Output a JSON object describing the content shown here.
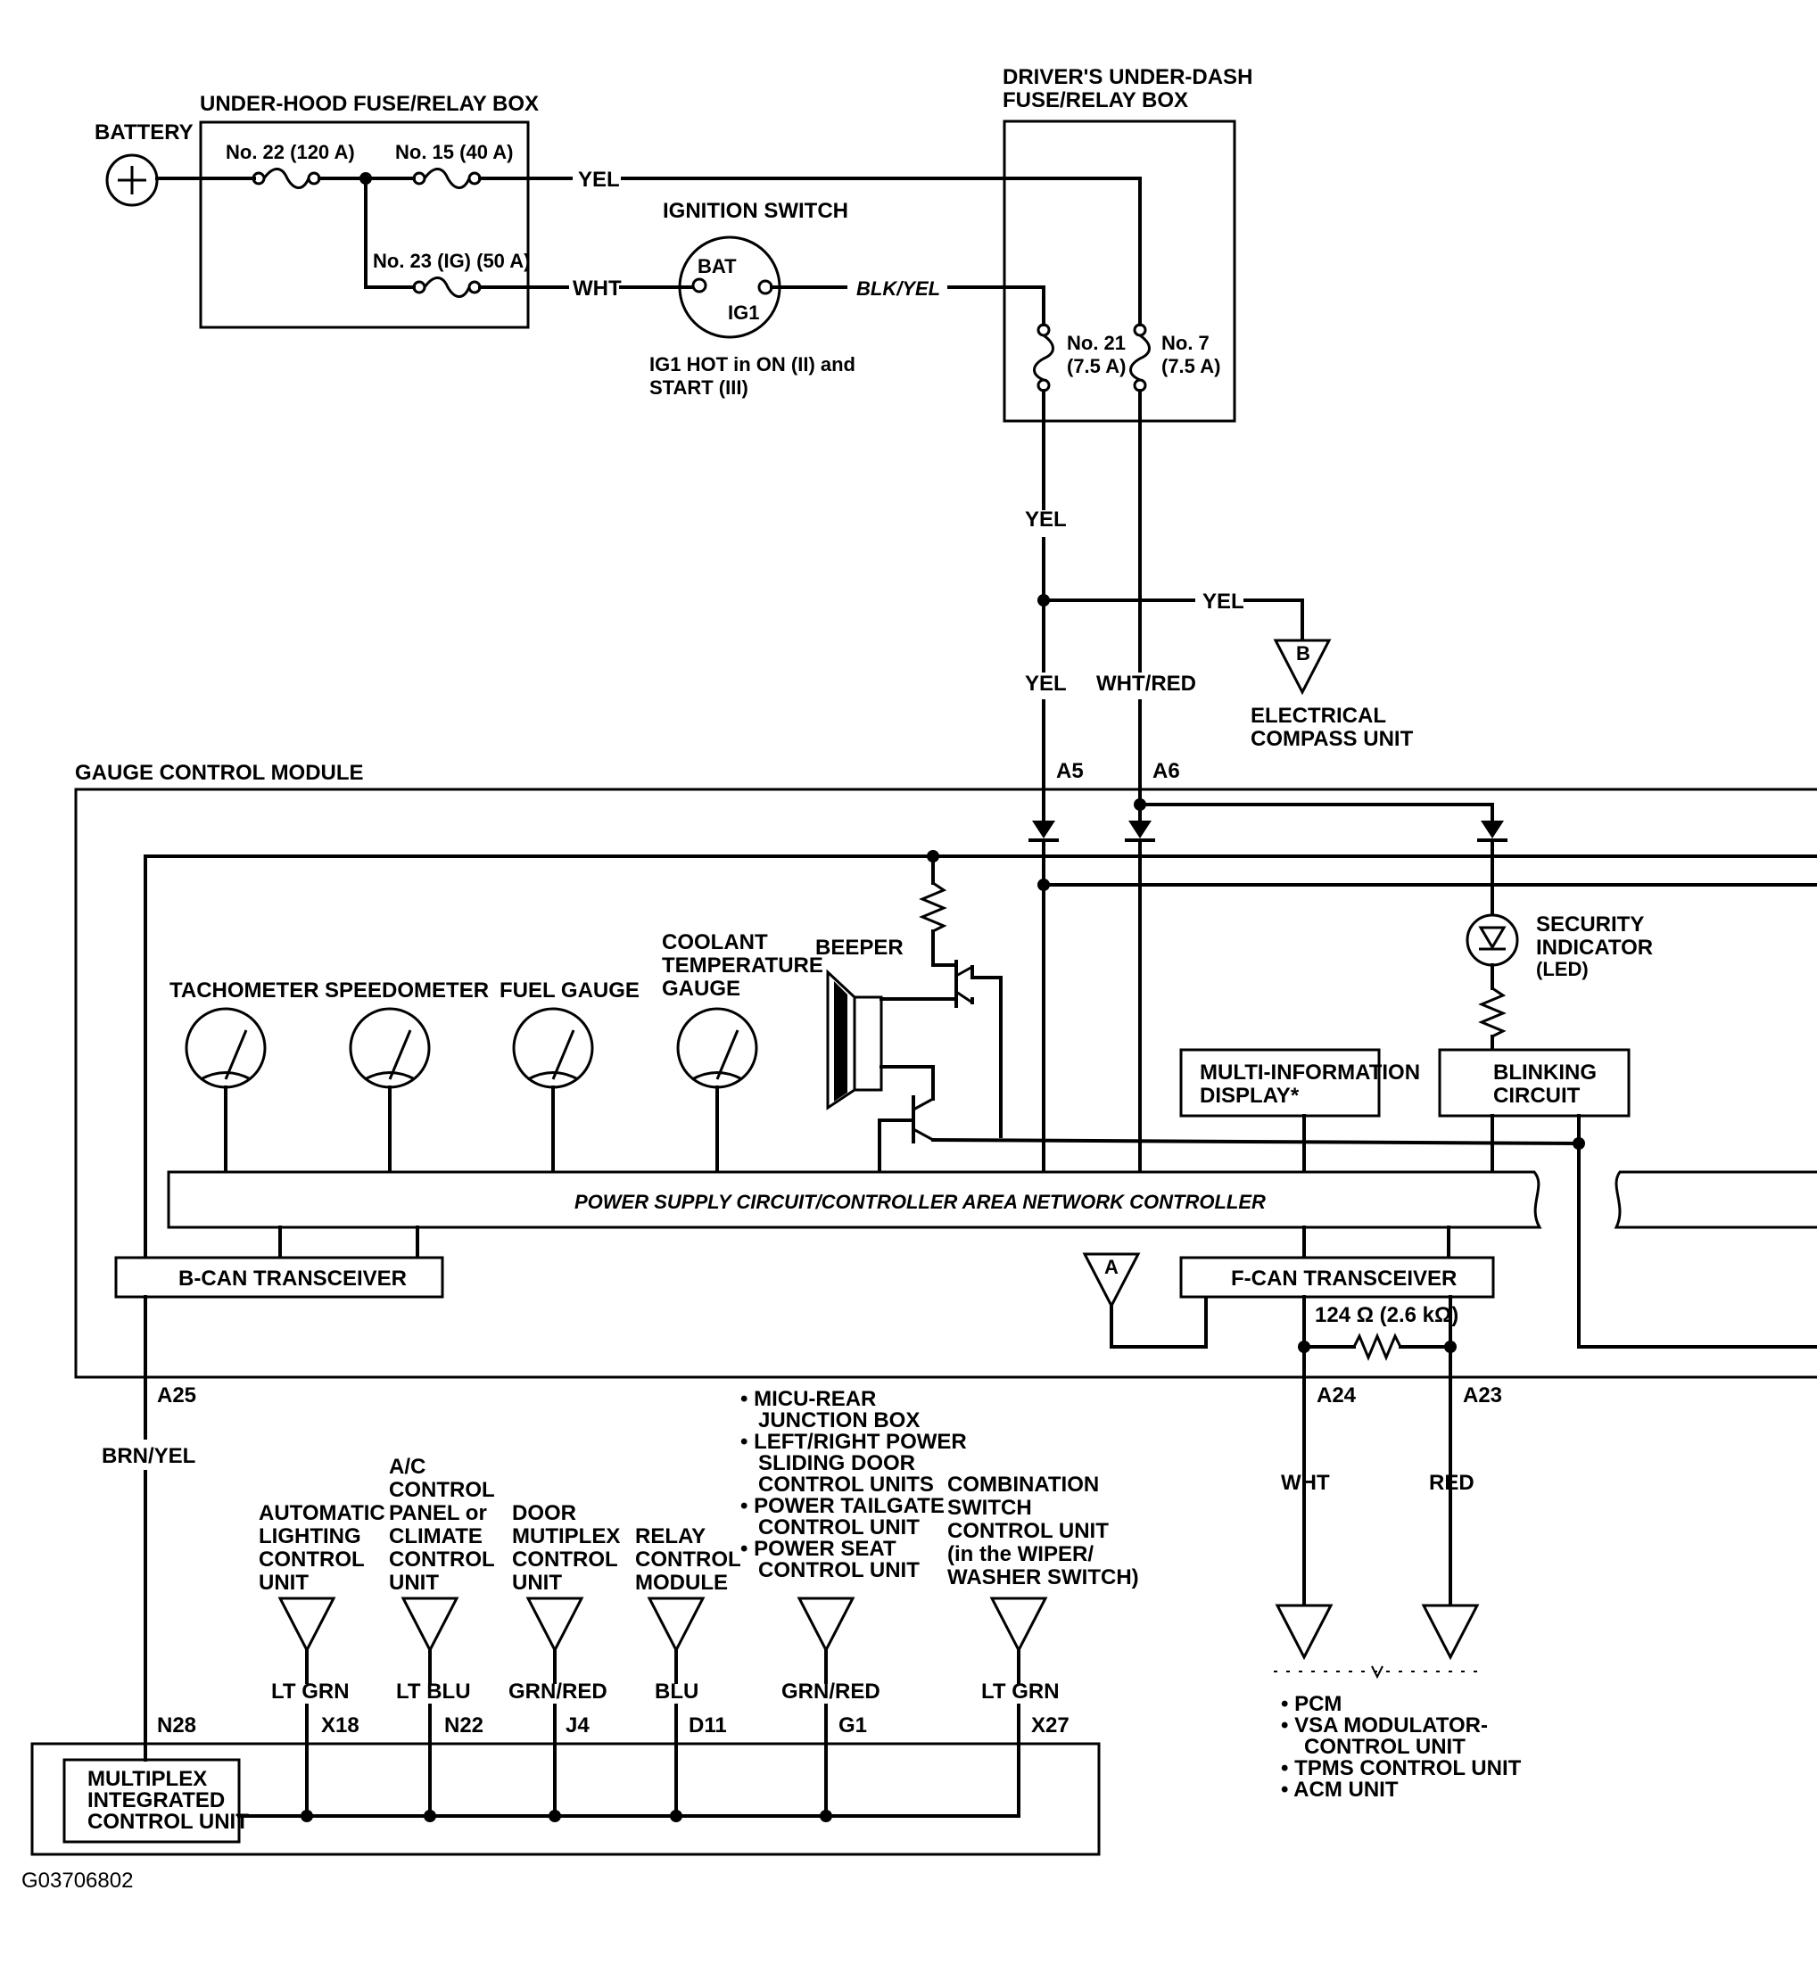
{
  "under_hood_box": {
    "title": "UNDER-HOOD FUSE/RELAY BOX"
  },
  "battery": {
    "label": "BATTERY"
  },
  "fuses": {
    "no22": "No. 22 (120 A)",
    "no15": "No. 15 (40 A)",
    "no23": "No. 23 (IG) (50 A)",
    "no21_a": "No. 21",
    "no21_b": "(7.5 A)",
    "no7_a": "No. 7",
    "no7_b": "(7.5 A)"
  },
  "ignition": {
    "title": "IGNITION SWITCH",
    "bat": "BAT",
    "ig1": "IG1",
    "note1": "IG1 HOT in ON (II) and",
    "note2": "START (III)"
  },
  "dash_box": {
    "title1": "DRIVER'S UNDER-DASH",
    "title2": "FUSE/RELAY BOX"
  },
  "wires": {
    "yel_top": "YEL",
    "wht": "WHT",
    "blk_yel": "BLK/YEL",
    "yel_mid": "YEL",
    "yel_branch": "YEL",
    "yel_a5": "YEL",
    "wht_red": "WHT/RED",
    "brn_yel": "BRN/YEL",
    "wht_bottom": "WHT",
    "red_bottom": "RED",
    "ltgrn_1": "LT GRN",
    "ltblu": "LT BLU",
    "grnred_1": "GRN/RED",
    "blu": "BLU",
    "grnred_2": "GRN/RED",
    "ltgrn_2": "LT GRN"
  },
  "compass": {
    "marker": "B",
    "line1": "ELECTRICAL",
    "line2": "COMPASS UNIT"
  },
  "gauge_module": {
    "title": "GAUGE CONTROL MODULE"
  },
  "pins": {
    "a5": "A5",
    "a6": "A6",
    "a25": "A25",
    "a24": "A24",
    "a23": "A23",
    "n28": "N28",
    "x18": "X18",
    "n22": "N22",
    "j4": "J4",
    "d11": "D11",
    "g1": "G1",
    "x27": "X27"
  },
  "gauges": {
    "tach": "TACHOMETER",
    "speedo": "SPEEDOMETER",
    "fuel": "FUEL GAUGE",
    "coolant1": "COOLANT",
    "coolant2": "TEMPERATURE",
    "coolant3": "GAUGE",
    "beeper": "BEEPER"
  },
  "security": {
    "line1": "SECURITY",
    "line2": "INDICATOR",
    "line3": "(LED)"
  },
  "mid": {
    "line1": "MULTI-INFORMATION",
    "line2": "DISPLAY*"
  },
  "blink": {
    "line1": "BLINKING",
    "line2": "CIRCUIT"
  },
  "bus_label": "POWER SUPPLY CIRCUIT/CONTROLLER AREA NETWORK CONTROLLER",
  "bcan": "B-CAN TRANSCEIVER",
  "fcan": "F-CAN TRANSCEIVER",
  "a_marker": "A",
  "resistor": "124 Ω (2.6 kΩ)",
  "devices": {
    "auto_light": [
      "AUTOMATIC",
      "LIGHTING",
      "CONTROL",
      "UNIT"
    ],
    "ac": [
      "A/C",
      "CONTROL",
      "PANEL or",
      "CLIMATE",
      "CONTROL",
      "UNIT"
    ],
    "door": [
      "DOOR",
      "MUTIPLEX",
      "CONTROL",
      "UNIT"
    ],
    "relay": [
      "RELAY",
      "CONTROL",
      "MODULE"
    ],
    "micu": [
      "• MICU-REAR",
      "JUNCTION BOX",
      "• LEFT/RIGHT POWER",
      "SLIDING DOOR",
      "CONTROL UNITS",
      "• POWER TAILGATE",
      "CONTROL UNIT",
      "• POWER SEAT",
      "CONTROL UNIT"
    ],
    "combo": [
      "COMBINATION",
      "SWITCH",
      "CONTROL UNIT",
      "(in the WIPER/",
      "WASHER SWITCH)"
    ]
  },
  "fcan_units": [
    "• PCM",
    "• VSA MODULATOR-",
    "CONTROL UNIT",
    "• TPMS CONTROL UNIT",
    "• ACM UNIT"
  ],
  "micu_unit": [
    "MULTIPLEX",
    "INTEGRATED",
    "CONTROL UNIT"
  ],
  "figure_id": "G03706802"
}
